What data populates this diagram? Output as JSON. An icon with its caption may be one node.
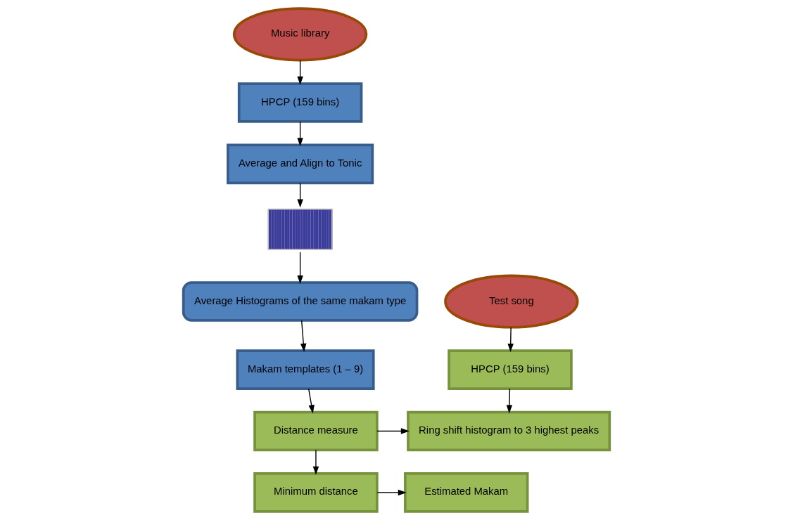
{
  "diagram": {
    "nodes": [
      {
        "text": [
          "Music library"
        ]
      },
      {
        "text": [
          "HPCP (159 bins)"
        ]
      },
      {
        "text": [
          "Average and Align to Tonic"
        ]
      },
      {
        "text": [],
        "shape": "picture"
      },
      {
        "text": [
          "Average Histograms of the same makam type"
        ]
      },
      {
        "text": [
          "Makam templates (1 – 9)"
        ]
      },
      {
        "text": [
          "Distance measure"
        ]
      },
      {
        "text": [
          "Minimum distance"
        ]
      },
      {
        "text": [
          "Test song"
        ]
      },
      {
        "text": [
          "HPCP (159 bins)"
        ]
      },
      {
        "text": [
          "Ring shift histogram to 3 highest peaks"
        ]
      },
      {
        "text": [
          "Estimated Makam"
        ]
      }
    ],
    "edges": [
      {
        "from": 0,
        "to": 1,
        "arrow": "to"
      },
      {
        "from": 1,
        "to": 2,
        "arrow": "to"
      },
      {
        "from": 2,
        "to": 3,
        "arrow": "to"
      },
      {
        "from": 3,
        "to": 4,
        "arrow": "to"
      },
      {
        "from": 4,
        "to": 5,
        "arrow": "to"
      },
      {
        "from": 5,
        "to": 6,
        "arrow": "to"
      },
      {
        "from": 6,
        "to": 7,
        "arrow": "to"
      },
      {
        "from": 8,
        "to": 9,
        "arrow": "to"
      },
      {
        "from": 9,
        "to": 10,
        "arrow": "to"
      },
      {
        "from": 6,
        "to": 10,
        "arrow": "to"
      },
      {
        "from": 7,
        "to": 11,
        "arrow": "to"
      }
    ]
  }
}
